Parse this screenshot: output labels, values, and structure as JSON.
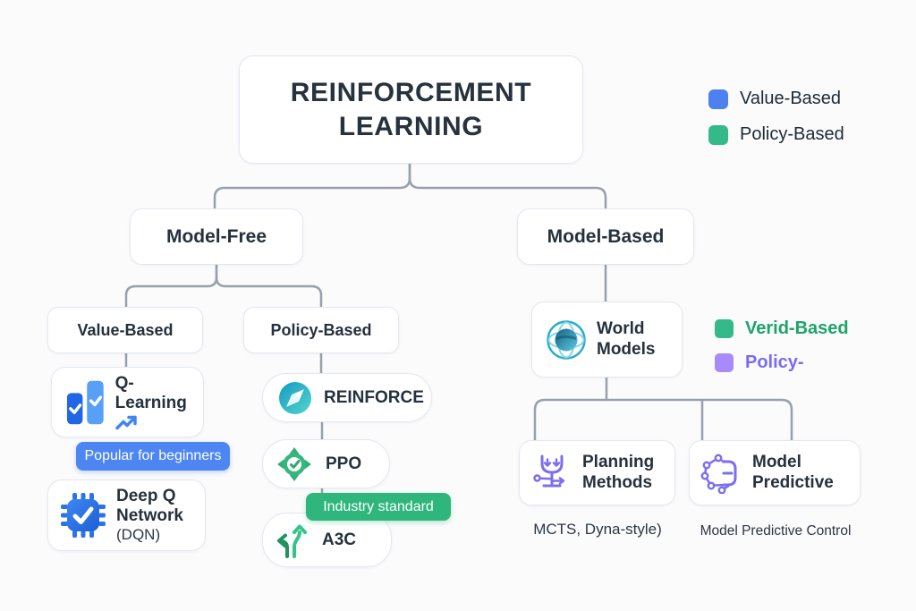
{
  "title": "REINFORCEMENT LEARNING",
  "legend_top": {
    "items": [
      {
        "label": "Value-Based",
        "color": "#4e80f0"
      },
      {
        "label": "Policy-Based",
        "color": "#34b98a"
      }
    ]
  },
  "legend_right": {
    "items": [
      {
        "label": "Verid-Based",
        "color": "#34b98a",
        "text_color": "#1da36c"
      },
      {
        "label": "Policy-",
        "color": "#a78bfa",
        "text_color": "#7a6bf5"
      }
    ]
  },
  "nodes": {
    "model_free": {
      "label": "Model-Free"
    },
    "model_based": {
      "label": "Model-Based"
    },
    "value_based": {
      "label": "Value-Based"
    },
    "policy_based": {
      "label": "Policy-Based"
    },
    "q_learning": {
      "label": "Q-Learning",
      "icon": "bar-checks-icon",
      "badge": "Popular for beginners",
      "badge_color": "#4d86f2"
    },
    "dqn": {
      "label": "Deep Q Network",
      "sub": "(DQN)",
      "icon": "chip-check-icon"
    },
    "reinforce": {
      "label": "REINFORCE",
      "icon": "compass-arrows-icon"
    },
    "ppo": {
      "label": "PPO",
      "icon": "target-check-icon",
      "badge": "Industry standard",
      "badge_color": "#2fb67c"
    },
    "a3c": {
      "label": "A3C",
      "icon": "split-arrows-icon"
    },
    "world_models": {
      "label": "World Models",
      "icon": "globe-icon"
    },
    "planning": {
      "label": "Planning Methods",
      "icon": "tree-plan-icon",
      "caption": "MCTS, Dyna-style)"
    },
    "model_predictive": {
      "label": "Model Predictive",
      "icon": "circuit-node-icon",
      "caption": "Model Predictive Control"
    }
  },
  "colors": {
    "connector": "#97a0ac",
    "accent_blue": "#4d86f2",
    "accent_green": "#2fb67c",
    "accent_teal": "#2aaccb",
    "accent_purple": "#7b6ff0",
    "text_dark": "#25313c"
  }
}
